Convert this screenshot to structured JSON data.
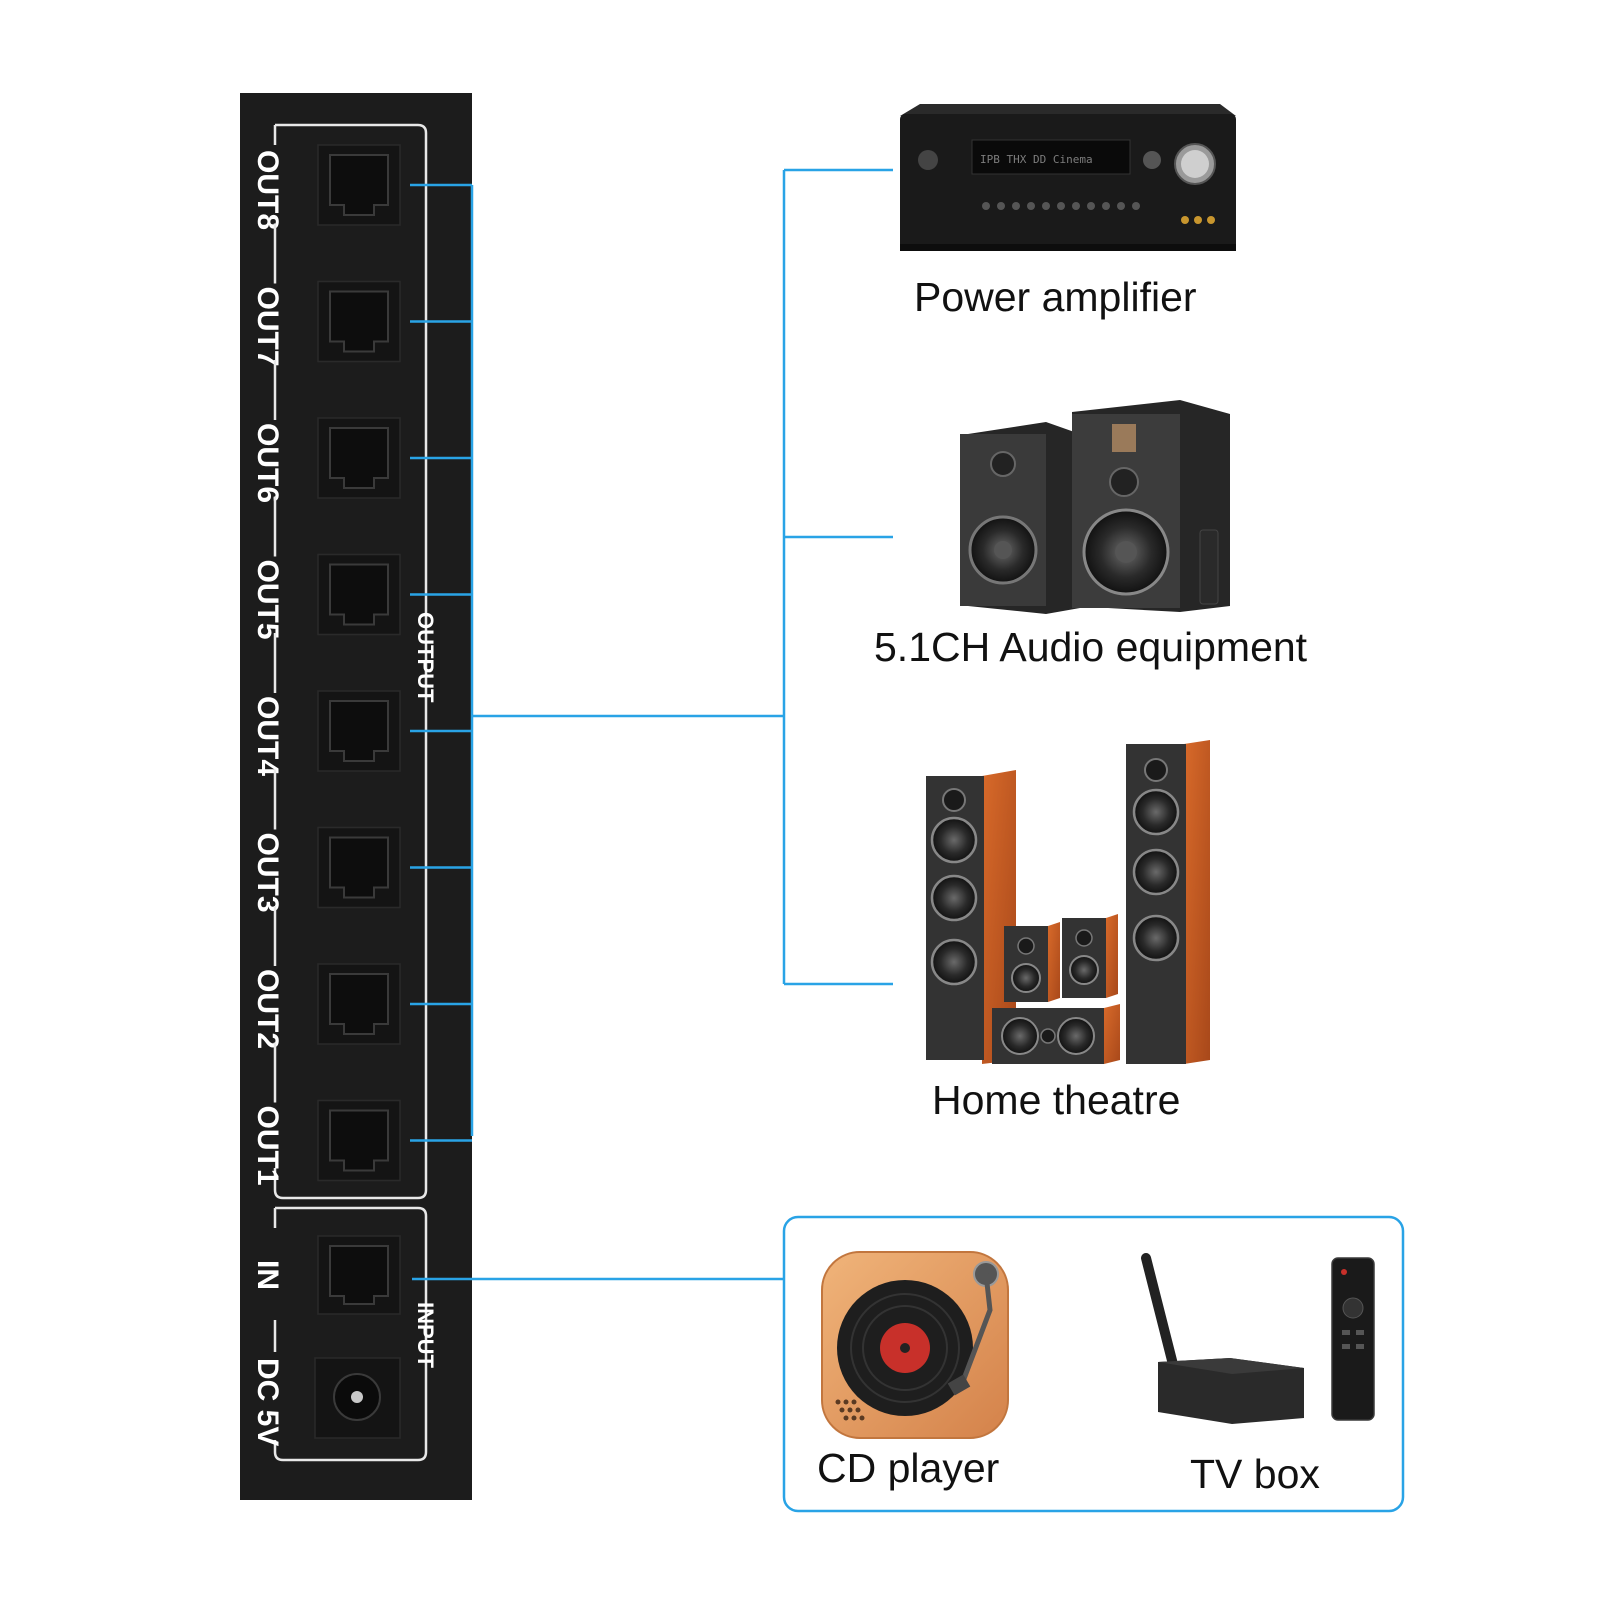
{
  "panel": {
    "section_output": "OUTPUT",
    "section_input": "INPUT",
    "ports": [
      {
        "label": "OUT8"
      },
      {
        "label": "OUT7"
      },
      {
        "label": "OUT6"
      },
      {
        "label": "OUT5"
      },
      {
        "label": "OUT4"
      },
      {
        "label": "OUT3"
      },
      {
        "label": "OUT2"
      },
      {
        "label": "OUT1"
      }
    ],
    "input_label": "IN",
    "power_label": "DC 5V"
  },
  "devices": {
    "output": [
      {
        "icon": "power-amplifier-icon",
        "label": "Power amplifier"
      },
      {
        "icon": "bookshelf-speakers-icon",
        "label": "5.1CH Audio equipment"
      },
      {
        "icon": "home-theatre-speakers-icon",
        "label": "Home theatre"
      }
    ],
    "input": [
      {
        "icon": "turntable-icon",
        "label": "CD player"
      },
      {
        "icon": "tv-box-icon",
        "label": "TV box"
      }
    ]
  },
  "colors": {
    "connector": "#29a3e6",
    "panel": "#1c1c1c",
    "wood": "#c75a1e"
  }
}
